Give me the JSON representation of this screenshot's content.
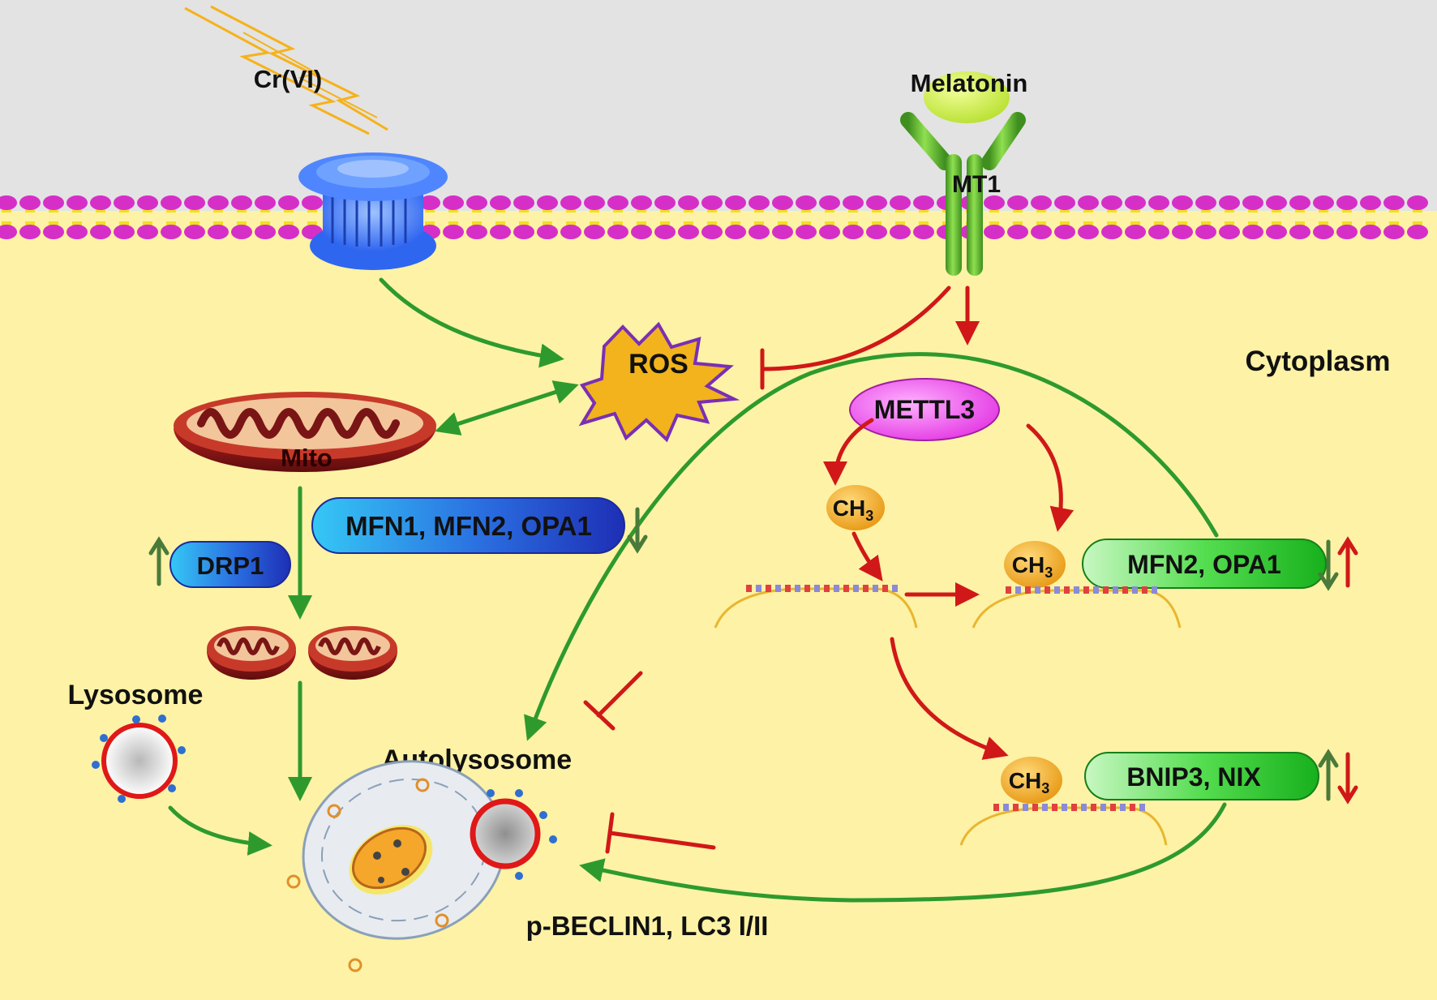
{
  "labels": {
    "stressor": "Cr(VI)",
    "ligand": "Melatonin",
    "receptor": "MT1",
    "region": "Cytoplasm",
    "ros": "ROS",
    "writer": "METTL3",
    "mito": "Mito",
    "fusion_proteins": "MFN1, MFN2, OPA1",
    "fission_protein": "DRP1",
    "methyl": "CH",
    "methyl_sub": "3",
    "fusion_target": "MFN2, OPA1",
    "mitophagy_receptors": "BNIP3, NIX",
    "lysosome": "Lysosome",
    "autolysosome": "Autolysosome",
    "autophagy_markers": "p-BECLIN1, LC3 I/II"
  },
  "colors": {
    "extracellular": "#e3e3e3",
    "cytoplasm": "#fdf2a5",
    "activation": "#2e9a2e",
    "melatonin_effect": "#d01818",
    "down_arrow": "#4a7a3a",
    "lipid_head": "#d62fc8",
    "lipid_tail": "#f0e020"
  },
  "indicators": {
    "fusion_proteins": [
      "down-green"
    ],
    "fission_protein": [
      "up-green"
    ],
    "fusion_target": [
      "down-green",
      "up-red"
    ],
    "mitophagy_receptors": [
      "up-green",
      "down-red"
    ]
  }
}
